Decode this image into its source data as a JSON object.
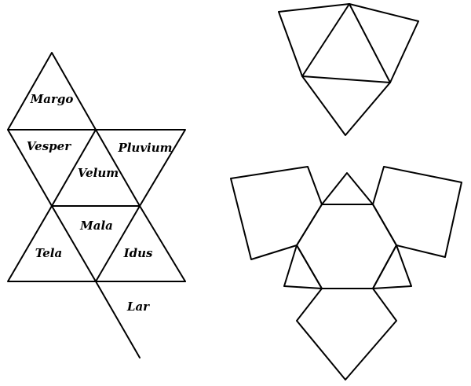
{
  "labels": {
    "margo": "Margo",
    "vesper": "Vesper",
    "pluvium": "Pluvium",
    "velum": "Velum",
    "mala": "Mala",
    "tela": "Tela",
    "idus": "Idus",
    "lar": "Lar"
  },
  "colors": {
    "line": "#000000",
    "background": "#ffffff"
  }
}
